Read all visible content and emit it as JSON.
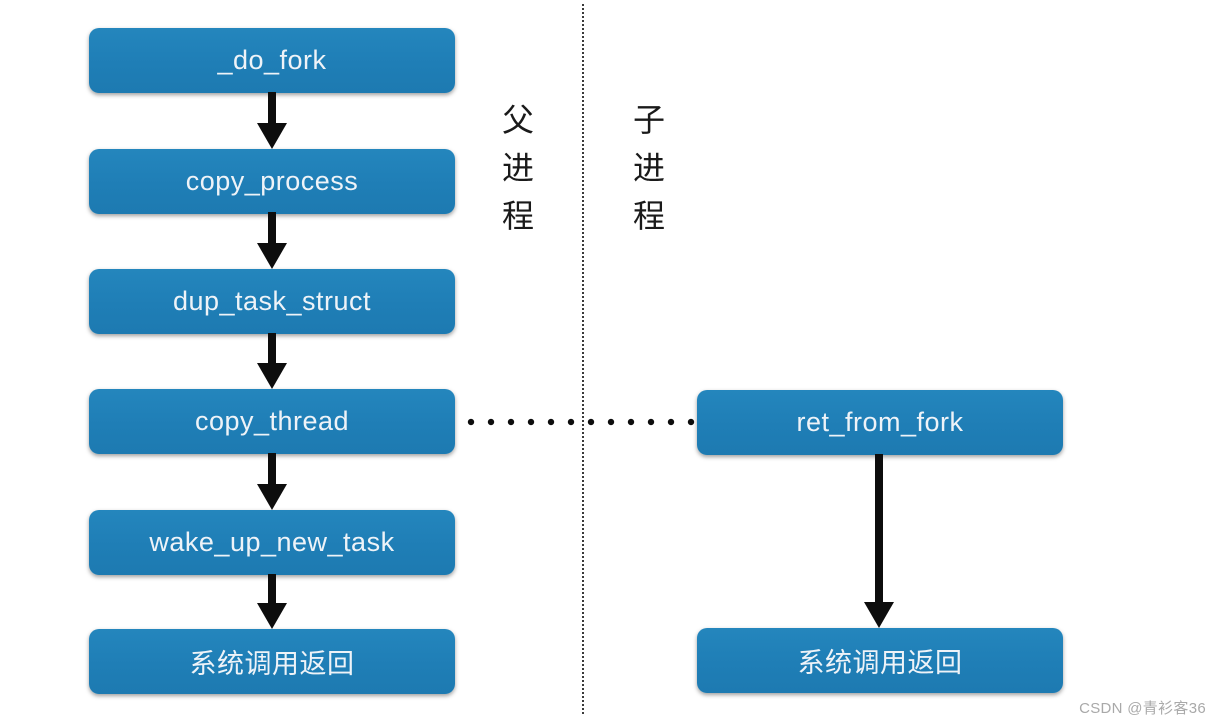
{
  "diagram": {
    "type": "flowchart",
    "parent": {
      "label": "父进程",
      "nodes": [
        {
          "id": "do_fork",
          "label": "_do_fork"
        },
        {
          "id": "copy_process",
          "label": "copy_process"
        },
        {
          "id": "dup_task_struct",
          "label": "dup_task_struct"
        },
        {
          "id": "copy_thread",
          "label": "copy_thread"
        },
        {
          "id": "wake_up_new_task",
          "label": "wake_up_new_task"
        },
        {
          "id": "syscall_return_parent",
          "label": "系统调用返回"
        }
      ]
    },
    "child": {
      "label": "子进程",
      "nodes": [
        {
          "id": "ret_from_fork",
          "label": "ret_from_fork"
        },
        {
          "id": "syscall_return_child",
          "label": "系统调用返回"
        }
      ]
    },
    "edges": [
      {
        "from": "_do_fork",
        "to": "copy_process",
        "style": "solid-arrow"
      },
      {
        "from": "copy_process",
        "to": "dup_task_struct",
        "style": "solid-arrow"
      },
      {
        "from": "dup_task_struct",
        "to": "copy_thread",
        "style": "solid-arrow"
      },
      {
        "from": "copy_thread",
        "to": "wake_up_new_task",
        "style": "solid-arrow"
      },
      {
        "from": "wake_up_new_task",
        "to": "系统调用返回",
        "style": "solid-arrow"
      },
      {
        "from": "copy_thread",
        "to": "ret_from_fork",
        "style": "dotted"
      },
      {
        "from": "ret_from_fork",
        "to": "系统调用返回",
        "style": "solid-arrow"
      }
    ],
    "colors": {
      "node_fill": "#1f7eb6",
      "node_text": "#eef3f8",
      "arrow": "#0d0d0d",
      "divider": "#3a3a3a",
      "label_text": "#1a1a1a",
      "watermark": "#a9a9a9",
      "background": "#ffffff"
    },
    "watermark": "CSDN @青衫客36"
  }
}
